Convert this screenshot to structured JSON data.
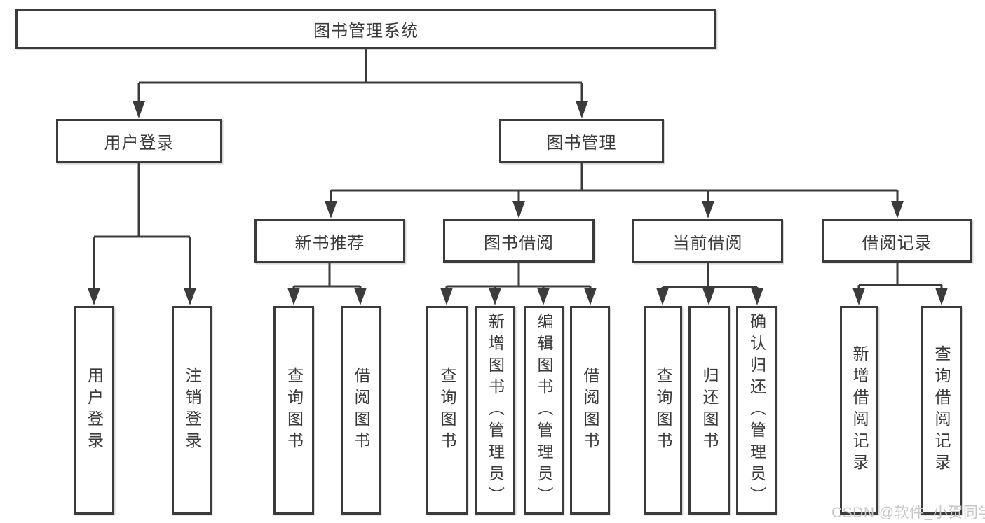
{
  "diagram": {
    "title": "图书管理系统",
    "root": {
      "label": "图书管理系统"
    },
    "branches": [
      {
        "label": "用户登录",
        "children": [
          {
            "label": "用户登录"
          },
          {
            "label": "注销登录"
          }
        ]
      },
      {
        "label": "图书管理",
        "children": [
          {
            "label": "新书推荐",
            "children": [
              {
                "label": "查询图书"
              },
              {
                "label": "借阅图书"
              }
            ]
          },
          {
            "label": "图书借阅",
            "children": [
              {
                "label": "查询图书"
              },
              {
                "label": "新增图书（管理员）"
              },
              {
                "label": "编辑图书（管理员）"
              },
              {
                "label": "借阅图书"
              }
            ]
          },
          {
            "label": "当前借阅",
            "children": [
              {
                "label": "查询图书"
              },
              {
                "label": "归还图书"
              },
              {
                "label": "确认归还（管理员）"
              }
            ]
          },
          {
            "label": "借阅记录",
            "children": [
              {
                "label": "新增借阅记录"
              },
              {
                "label": "查询借阅记录"
              }
            ]
          }
        ]
      }
    ]
  },
  "watermark": "CSDN @软件_小贺同学",
  "colors": {
    "line": "#3b3b3b",
    "text": "#3a3a3a",
    "watermark": "#c7c7c7",
    "background": "#ffffff"
  }
}
